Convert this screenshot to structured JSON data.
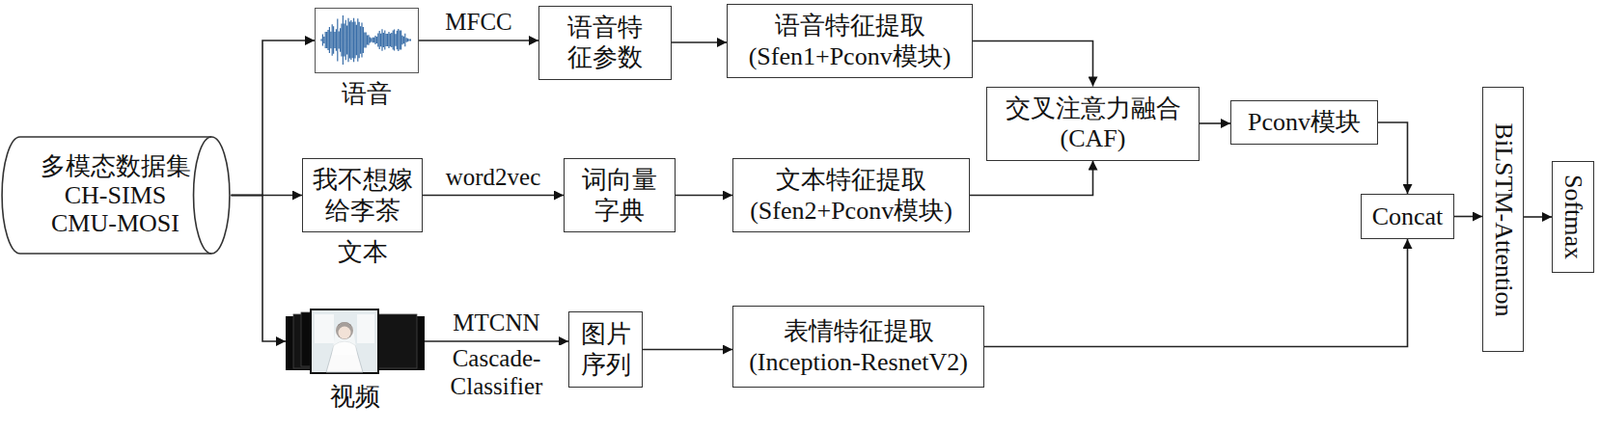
{
  "diagram": {
    "nodes": [
      {
        "text": [
          "多模态数据集",
          "CH-SIMS",
          "CMU-MOSI"
        ]
      },
      {
        "text": [
          "语音"
        ]
      },
      {
        "text": [
          "语音特征参数"
        ]
      },
      {
        "text": [
          "语音特征提取",
          "(Sfen1+Pconv模块)"
        ]
      },
      {
        "text": [
          "交叉注意力融合",
          "(CAF)"
        ]
      },
      {
        "text": [
          "Pconv模块"
        ]
      },
      {
        "text": [
          "我不想嫁给李茶",
          "文本"
        ]
      },
      {
        "text": [
          "词向量字典"
        ]
      },
      {
        "text": [
          "文本特征提取",
          "(Sfen2+Pconv模块)"
        ]
      },
      {
        "text": [
          "视频"
        ]
      },
      {
        "text": [
          "图片序列"
        ]
      },
      {
        "text": [
          "表情特征提取",
          "(Inception-ResnetV2)"
        ]
      },
      {
        "text": [
          "Concat"
        ]
      },
      {
        "text": [
          "BiLSTM-Attention"
        ]
      },
      {
        "text": [
          "Softmax"
        ]
      }
    ],
    "edges": [
      {
        "from": 0,
        "to": 1,
        "arrow": "to"
      },
      {
        "from": 0,
        "to": 6,
        "arrow": "to"
      },
      {
        "from": 0,
        "to": 9,
        "arrow": "to"
      },
      {
        "from": 1,
        "to": 2,
        "label": "MFCC",
        "arrow": "to"
      },
      {
        "from": 2,
        "to": 3,
        "arrow": "to"
      },
      {
        "from": 3,
        "to": 4,
        "arrow": "to"
      },
      {
        "from": 6,
        "to": 7,
        "label": "word2vec",
        "arrow": "to"
      },
      {
        "from": 7,
        "to": 8,
        "arrow": "to"
      },
      {
        "from": 8,
        "to": 4,
        "arrow": "to"
      },
      {
        "from": 4,
        "to": 5,
        "arrow": "to"
      },
      {
        "from": 5,
        "to": 12,
        "arrow": "to"
      },
      {
        "from": 9,
        "to": 10,
        "label": "MTCNN",
        "arrow": "to"
      },
      {
        "from": 10,
        "to": 11,
        "arrow": "to"
      },
      {
        "from": 11,
        "to": 12,
        "arrow": "to"
      },
      {
        "from": 12,
        "to": 13,
        "arrow": "to"
      },
      {
        "from": 13,
        "to": 14,
        "arrow": "to"
      }
    ],
    "labels": [
      "Cascade-Classifier"
    ]
  }
}
